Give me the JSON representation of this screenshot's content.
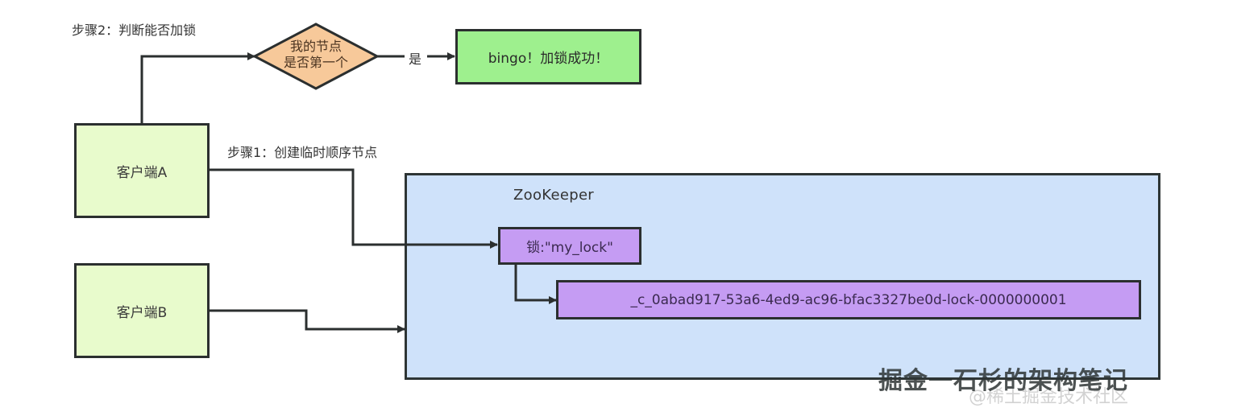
{
  "diagram": {
    "step2_label": "步骤2：判断能否加锁",
    "step1_label": "步骤1：创建临时顺序节点",
    "decision": {
      "line1": "我的节点",
      "line2": "是否第一个"
    },
    "yes_label": "是",
    "success_box": "bingo！加锁成功！",
    "client_a": "客户端A",
    "client_b": "客户端B",
    "zookeeper": {
      "title": "ZooKeeper",
      "lock_node": "锁:\"my_lock\"",
      "seq_node": "_c_0abad917-53a6-4ed9-ac96-bfac3327be0d-lock-0000000001"
    }
  },
  "colors": {
    "client_fill": "#e8fbcc",
    "success_fill": "#9ef08e",
    "decision_fill": "#f7c99a",
    "zookeeper_fill": "#cfe2fa",
    "node_fill": "#c59cf3",
    "stroke": "#2b2f2f"
  },
  "watermark": {
    "main": "掘金一石杉的架构笔记",
    "sub": "@稀土掘金技术社区"
  }
}
